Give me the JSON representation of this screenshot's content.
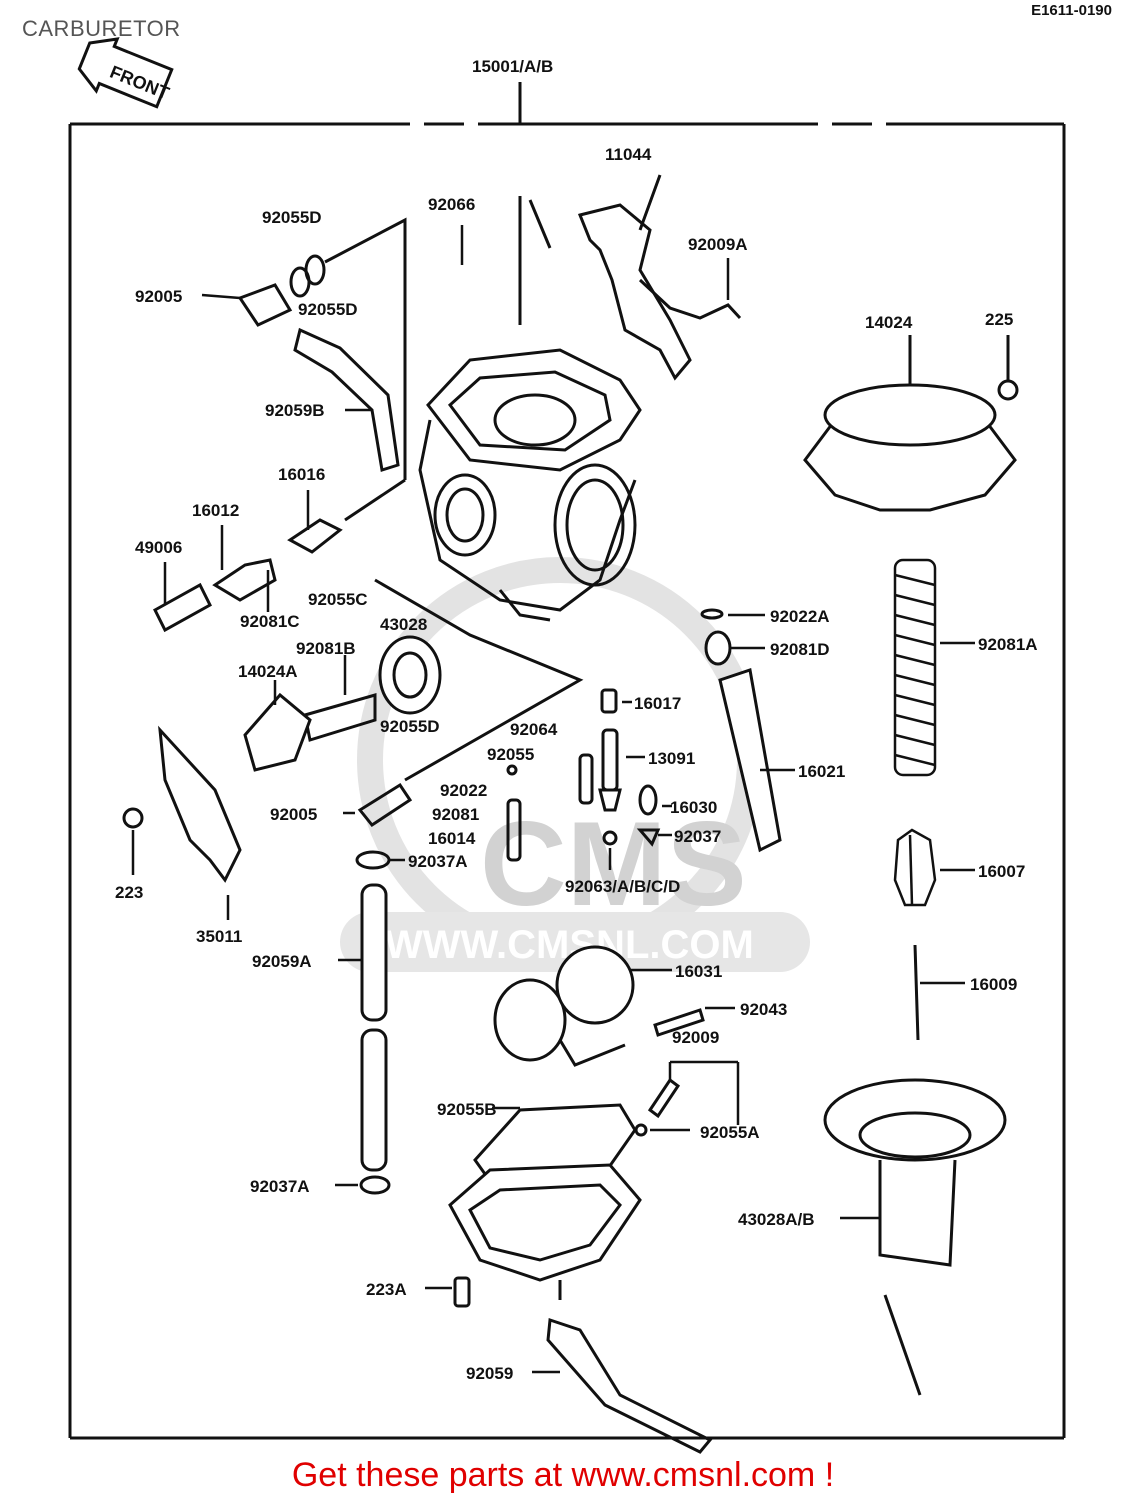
{
  "header": {
    "title": "CARBURETOR",
    "figure_code": "E1611-0190"
  },
  "front_badge": "FRONT",
  "assembly_label": "15001/A/B",
  "watermark": {
    "logo": "CMS",
    "url": "WWW.CMSNL.COM"
  },
  "parts": {
    "p11044": "11044",
    "p92066": "92066",
    "p92055D_top": "92055D",
    "p92009A": "92009A",
    "p92005_top": "92005",
    "p92055D_mid": "92055D",
    "p14024": "14024",
    "p225": "225",
    "p92059B": "92059B",
    "p16016": "16016",
    "p16012": "16012",
    "p49006": "49006",
    "p92055C": "92055C",
    "p92081C": "92081C",
    "p43028": "43028",
    "p92081B": "92081B",
    "p14024A": "14024A",
    "p92022A": "92022A",
    "p92081D": "92081D",
    "p92081A": "92081A",
    "p16017": "16017",
    "p92055D_low": "92055D",
    "p92064": "92064",
    "p92055": "92055",
    "p13091": "13091",
    "p16021": "16021",
    "p92022": "92022",
    "p16030": "16030",
    "p92005_low": "92005",
    "p92081": "92081",
    "p16014": "16014",
    "p92037": "92037",
    "p92037A_top": "92037A",
    "p223": "223",
    "p92063": "92063/A/B/C/D",
    "p16007": "16007",
    "p35011": "35011",
    "p92059A": "92059A",
    "p16031": "16031",
    "p16009": "16009",
    "p92043": "92043",
    "p92009": "92009",
    "p92055B": "92055B",
    "p92055A": "92055A",
    "p43028AB": "43028A/B",
    "p92037A_low": "92037A",
    "p223A": "223A",
    "p92059": "92059"
  },
  "footer": {
    "promo": "Get these parts at www.cmsnl.com !"
  },
  "colors": {
    "promo": "#e00000",
    "lines": "#111111",
    "watermark": "#d2d2d2"
  }
}
